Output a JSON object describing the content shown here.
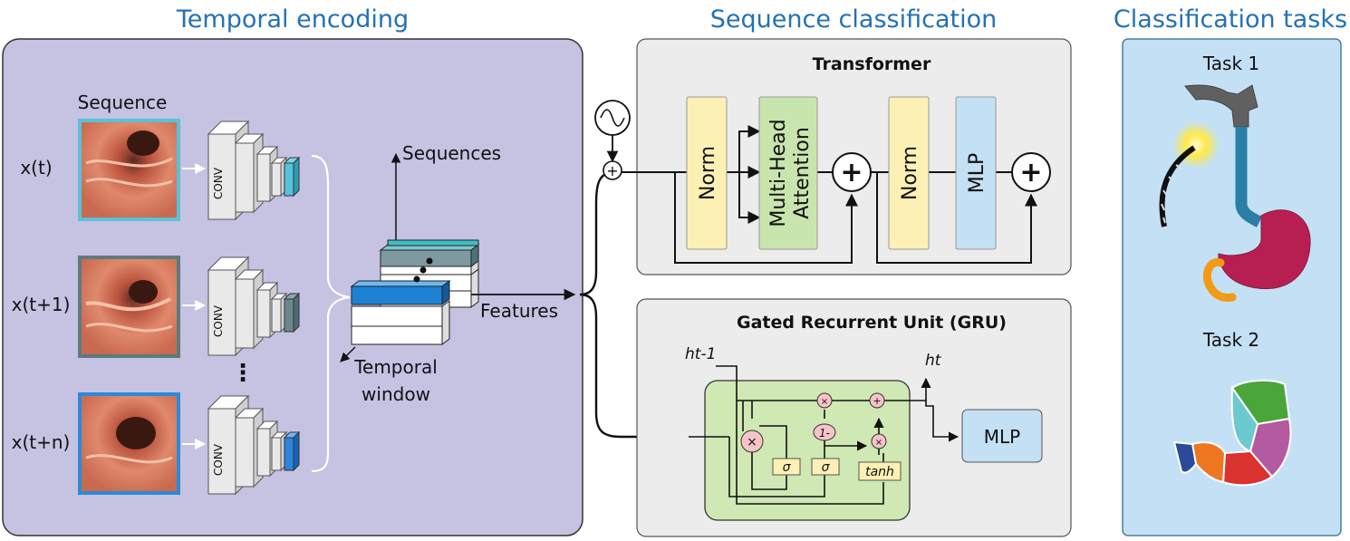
{
  "sections": {
    "temporal": "Temporal encoding",
    "sequence": "Sequence classification",
    "tasks": "Classification tasks"
  },
  "temporal_encoding": {
    "sequence_label": "Sequence",
    "inputs": [
      "x(t)",
      "x(t+1)",
      "x(t+n)"
    ],
    "conv_label": "CONV",
    "ellipsis": "⋮",
    "sequences_label": "Sequences",
    "features_label": "Features",
    "temporal_window_line1": "Temporal",
    "temporal_window_line2": "window"
  },
  "transformer": {
    "title": "Transformer",
    "norm1": "Norm",
    "mha_line1": "Multi-Head",
    "mha_line2": "Attention",
    "norm2": "Norm",
    "mlp": "MLP",
    "add": "+"
  },
  "gru": {
    "title": "Gated Recurrent Unit (GRU)",
    "h_prev": "ht-1",
    "h_out": "ht",
    "sigma1": "σ",
    "sigma2": "σ",
    "tanh": "tanh",
    "one_minus": "1-",
    "times": "×",
    "plus": "+",
    "mlp": "MLP"
  },
  "tasks": {
    "task1": "Task 1",
    "task2": "Task 2"
  },
  "colors": {
    "title_blue": "#2471b5",
    "encoding_panel": "#c5c2e2",
    "classification_panel": "#ececec",
    "tasks_panel": "#c4e0f4",
    "norm_fill": "#fdf0b4",
    "attention_fill": "#c9e5ae",
    "mlp_fill": "#c4e0f4",
    "gru_fill": "#cfe8b4"
  }
}
